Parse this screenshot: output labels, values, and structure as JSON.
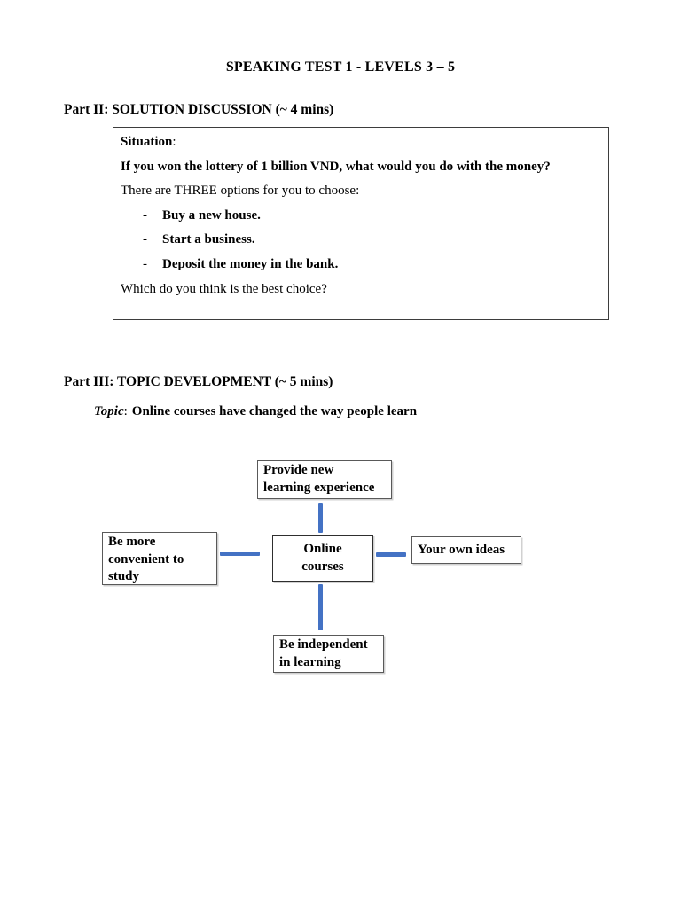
{
  "document": {
    "title": "SPEAKING TEST 1 - LEVELS 3 – 5"
  },
  "part2": {
    "heading": "Part II: SOLUTION DISCUSSION (~ 4 mins)",
    "situation": {
      "label": "Situation",
      "colon": ":",
      "question": "If you won the lottery of 1 billion VND, what would you do with the money?",
      "intro": "There are THREE options for you to choose:",
      "bullet_char": "-",
      "options": [
        "Buy a new house.",
        "Start a business.",
        "Deposit the money in the bank."
      ],
      "closing": "Which do you think is the best choice?"
    }
  },
  "part3": {
    "heading": "Part III: TOPIC DEVELOPMENT (~ 5 mins)",
    "topic_label": "Topic",
    "topic_colon": ":",
    "topic_text": "Online courses have changed the way people learn"
  },
  "diagram": {
    "center_label": "Online\ncourses",
    "top_label": "Provide new\nlearning experience",
    "left_label": "Be more\nconvenient to\nstudy",
    "right_label": "Your own ideas",
    "bottom_label": "Be independent\nin learning",
    "connector_color": "#4472C4"
  }
}
